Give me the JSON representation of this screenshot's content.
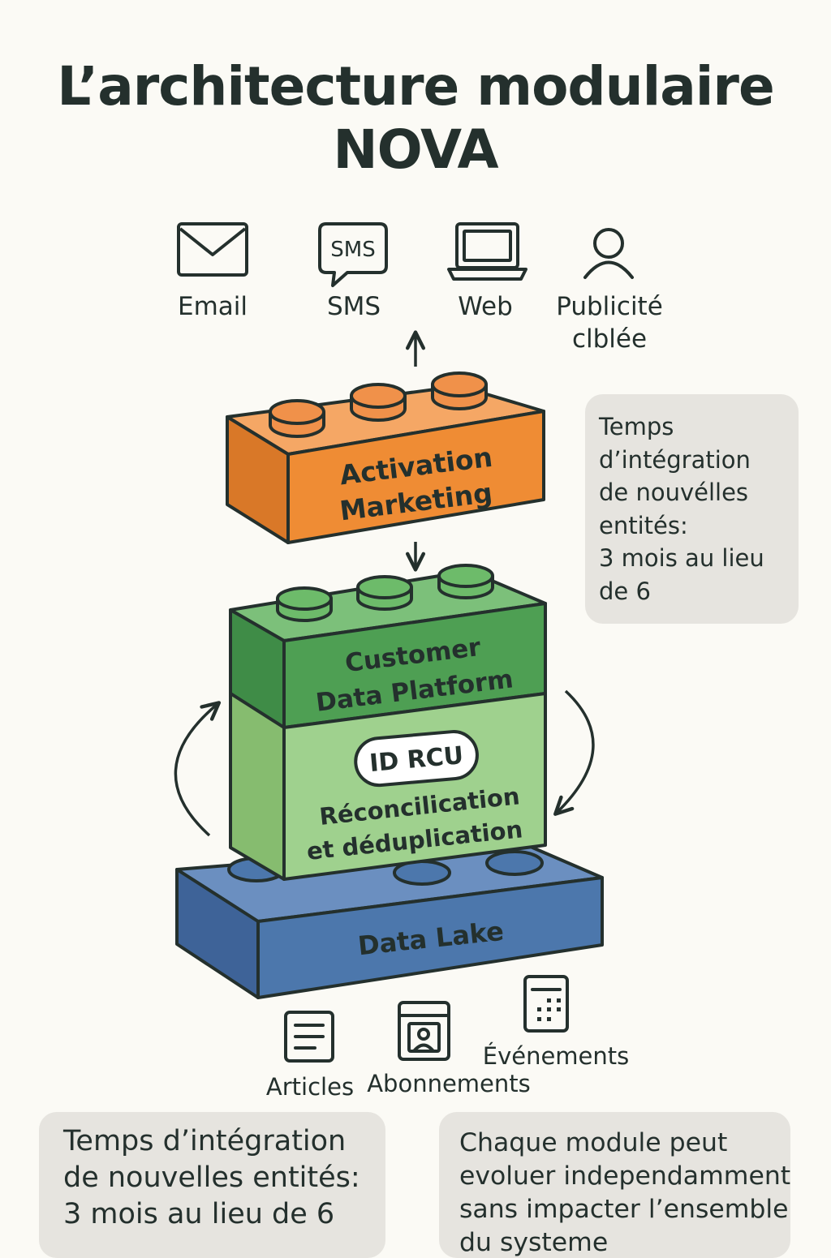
{
  "title": [
    "L’architecture modulaire",
    "NOVA"
  ],
  "channels": [
    {
      "label": "Email",
      "icon": "envelope-icon"
    },
    {
      "label": "SMS",
      "icon": "sms-bubble-icon",
      "badge": "SMS"
    },
    {
      "label": "Web",
      "icon": "laptop-icon"
    },
    {
      "label": [
        "Publicité",
        "clblée"
      ],
      "icon": "person-icon"
    }
  ],
  "modules": {
    "activation": {
      "line1": "Activation",
      "line2": "Marketing",
      "color": "#ef8c34"
    },
    "cdp": {
      "line1": "Customer",
      "line2": "Data Platform",
      "color": "#4e9f53"
    },
    "rcu": {
      "badge": "ID RCU",
      "line1": "Réconcilication",
      "line2": "et déduplication",
      "color": "#9fd18e"
    },
    "lake": {
      "label": "Data Lake",
      "color": "#4c77ac"
    }
  },
  "sources": [
    {
      "label": "Articles",
      "icon": "document-icon"
    },
    {
      "label": "Abonnements",
      "icon": "id-card-icon"
    },
    {
      "label": "Événements",
      "icon": "calendar-icon"
    }
  ],
  "notes": {
    "right": [
      "Temps",
      "d’intégration",
      "de nouvélles",
      "entités:",
      "3 mois au lieu",
      "de 6"
    ],
    "bottom_left": [
      "Temps d’intégration",
      "de nouvelles entités:",
      "3 mois au lieu de 6"
    ],
    "bottom_right": [
      "Chaque module peut",
      "evoluer independamment",
      "sans impacter l’ensemble",
      "du systeme"
    ]
  }
}
